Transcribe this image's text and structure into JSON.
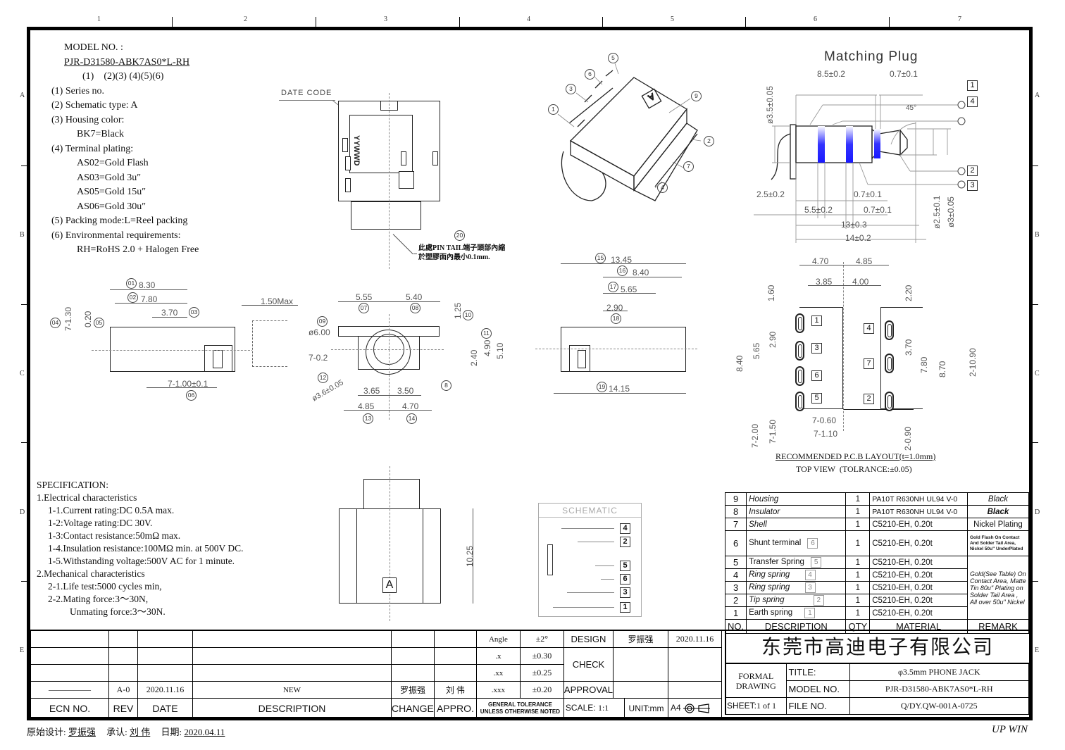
{
  "sheet": {
    "grid_columns": [
      "1",
      "2",
      "3",
      "4",
      "5",
      "6",
      "7"
    ],
    "grid_rows": [
      "A",
      "B",
      "C",
      "D",
      "E"
    ],
    "corner_text": "UP WIN"
  },
  "model": {
    "title": "MODEL NO. :",
    "number": "PJR-D31580-ABK7AS0*L-RH",
    "segment_labels": "(1)    (2)(3) (4)(5)(6)",
    "items": [
      {
        "label": "(1) Series no."
      },
      {
        "label": "(2) Schematic type: A"
      },
      {
        "label": "(3) Housing color:"
      },
      {
        "label": "BK7=Black",
        "sub": true
      },
      {
        "label": "(4) Terminal plating:"
      },
      {
        "label": "AS02=Gold Flash",
        "sub": true
      },
      {
        "label": "AS03=Gold 3u″",
        "sub": true
      },
      {
        "label": "AS05=Gold 15u″",
        "sub": true
      },
      {
        "label": "AS06=Gold 30u″",
        "sub": true
      },
      {
        "label": "(5) Packing mode:L=Reel packing"
      },
      {
        "label": "(6) Environmental requirements:"
      },
      {
        "label": "RH=RoHS 2.0 + Halogen Free",
        "sub": true
      }
    ]
  },
  "top_view": {
    "date_code_label": "DATE CODE",
    "date_code_marking": "YYWWD",
    "note_callout": "20",
    "note_line1": "此處PIN TAIL端子頭部內縮",
    "note_line2": "於塑膠面內最小0.1mm."
  },
  "iso_view": {
    "callouts": [
      "1",
      "2",
      "3",
      "4",
      "5",
      "6",
      "7",
      "9"
    ]
  },
  "matching_plug": {
    "title": "Matching Plug",
    "dims": {
      "d1": "8.5±0.2",
      "d2": "0.7±0.1",
      "d3": "ø3.5±0.05",
      "d4": "45°",
      "d5": "2.5±0.2",
      "d6": "0.7±0.1",
      "d7": "5.5±0.2",
      "d8": "0.7±0.1",
      "d9": "13±0.3",
      "d10": "14±0.2",
      "d11": "ø2.5±0.1",
      "d12": "ø3±0.05"
    },
    "contacts": [
      "1",
      "4",
      "2",
      "3"
    ],
    "band_color": "#1a1aff"
  },
  "side_view_left": {
    "dims": {
      "c01": "01",
      "v01": "8.30",
      "c02": "02",
      "v02": "7.80",
      "v03": "3.70",
      "c03": "03",
      "c04": "04",
      "v04": "7-1.30",
      "v05": "0.20",
      "c05": "05",
      "vmax": "1.50Max",
      "v06": "7-1.00±0.1",
      "c06": "06"
    }
  },
  "front_view": {
    "dims": {
      "v07": "5.55",
      "c07": "07",
      "v08": "5.40",
      "c08": "08",
      "c09": "09",
      "v09": "ø6.00",
      "v10": "1.25",
      "c10": "10",
      "c11": "11",
      "v11": "4.90",
      "v510": "5.10",
      "v240": "2.40",
      "v702": "7-0.2",
      "c12": "12",
      "v12": "ø3.6±0.05",
      "c8": "8",
      "v365": "3.65",
      "v350": "3.50",
      "v485": "4.85",
      "v470": "4.70",
      "c13": "13",
      "c14": "14"
    }
  },
  "side_view_right": {
    "dims": {
      "c15": "15",
      "v15": "13.45",
      "c16": "16",
      "v16": "8.40",
      "c17": "17",
      "v17": "5.65",
      "v290": "2.90",
      "c18": "18",
      "c19": "19",
      "v19": "14.15"
    }
  },
  "bottom_view": {
    "marking": "A",
    "height_dim": "10.25"
  },
  "schematic": {
    "title": "SCHEMATIC",
    "pins": [
      "4",
      "2",
      "5",
      "6",
      "3",
      "1"
    ]
  },
  "pcb_layout": {
    "dims": {
      "w470": "4.70",
      "w485": "4.85",
      "w385": "3.85",
      "w400": "4.00",
      "h160": "1.60",
      "h220": "2.20",
      "h290": "2.90",
      "h565": "5.65",
      "h840": "8.40",
      "h370": "3.70",
      "h780": "7.80",
      "h870": "8.70",
      "h1090": "2-10.90",
      "h200": "7-2.00",
      "h150": "7-1.50",
      "w060": "7-0.60",
      "w110": "7-1.10",
      "h090": "2-0.90"
    },
    "left_pins": [
      "1",
      "3",
      "6",
      "5"
    ],
    "right_pins": [
      "4",
      "7",
      "2"
    ],
    "caption1": "RECOMMENDED P.C.B LAYOUT(t=1.0mm)",
    "caption2": "TOP VIEW  (TOLRANCE:±0.05)"
  },
  "specification": {
    "title": "SPECIFICATION:",
    "lines": [
      {
        "text": "1.Electrical characteristics",
        "level": 0
      },
      {
        "text": "1-1.Current rating:DC 0.5A max.",
        "level": 1
      },
      {
        "text": "1-2:Voltage rating:DC 30V.",
        "level": 1
      },
      {
        "text": "1-3:Contact resistance:50mΩ  max.",
        "level": 1
      },
      {
        "text": "1-4.Insulation resistance:100MΩ  min. at 500V DC.",
        "level": 1
      },
      {
        "text": "1-5.Withstanding voltage:500V AC for 1 minute.",
        "level": 1
      },
      {
        "text": "2.Mechanical characteristics",
        "level": 0
      },
      {
        "text": "2-1.Life test:5000 cycles min,",
        "level": 1
      },
      {
        "text": "2-2.Mating force:3～30N,",
        "level": 1
      },
      {
        "text": "Unmating force:3～30N.",
        "level": 2
      }
    ]
  },
  "bom": {
    "rows": [
      {
        "no": "9",
        "desc": "Housing",
        "box": "",
        "qty": "1",
        "material": "PA10T R630NH UL94 V-0",
        "remark": "Black"
      },
      {
        "no": "8",
        "desc": "Insulator",
        "box": "",
        "qty": "1",
        "material": "PA10T R630NH UL94 V-0",
        "remark": "Black"
      },
      {
        "no": "7",
        "desc": "Shell",
        "box": "",
        "qty": "1",
        "material": "C5210-EH, 0.20t",
        "remark": "Nickel Plating"
      },
      {
        "no": "6",
        "desc": "Shunt terminal",
        "box": "6",
        "qty": "1",
        "material": "C5210-EH, 0.20t",
        "remark": "Gold Flash On Contact And Solder Tail Area, Nickel 50u\" UnderPlated"
      },
      {
        "no": "5",
        "desc": "Transfer Spring",
        "box": "5",
        "qty": "1",
        "material": "C5210-EH, 0.20t"
      },
      {
        "no": "4",
        "desc": "Ring spring",
        "box": "4",
        "qty": "1",
        "material": "C5210-EH, 0.20t"
      },
      {
        "no": "3",
        "desc": "Ring spring",
        "box": "3",
        "qty": "1",
        "material": "C5210-EH, 0.20t"
      },
      {
        "no": "2",
        "desc": "Tip spring",
        "box": "2",
        "qty": "1",
        "material": "C5210-EH, 0.20t"
      },
      {
        "no": "1",
        "desc": "Earth spring",
        "box": "1",
        "qty": "1",
        "material": "C5210-EH, 0.20t"
      }
    ],
    "shared_remark": "Gold(See Table) On Contact Area, Matte Tin 80u\" Plating on Solder Tail Area , All over 50u\" Nickel",
    "headers": {
      "no": "NO.",
      "desc": "DESCRIPTION",
      "qty": "QTY",
      "material": "MATERIAL",
      "remark": "REMARK"
    }
  },
  "revision": {
    "headers": {
      "ecn": "ECN NO.",
      "rev": "REV",
      "date": "DATE",
      "desc": "DESCRIPTION",
      "change": "CHANGE",
      "appro": "APPRO."
    },
    "entry": {
      "ecn": "—————",
      "rev": "A-0",
      "date": "2020.11.16",
      "desc": "NEW",
      "change": "罗振强",
      "appro": "刘 伟"
    }
  },
  "tolerance": {
    "rows": [
      {
        "label": "Angle",
        "value": "±2°"
      },
      {
        "label": ".x",
        "value": "±0.30"
      },
      {
        "label": ".xx",
        "value": "±0.25"
      },
      {
        "label": ".xxx",
        "value": "±0.20"
      }
    ],
    "footer1": "GENERAL TOLERANCE",
    "footer2": "UNLESS OTHERWISE NOTED"
  },
  "signoff": {
    "design_label": "DESIGN",
    "design_name": "罗振强",
    "design_date": "2020.11.16",
    "check_label": "CHECK",
    "approval_label": "APPROVAL",
    "scale_label": "SCALE:",
    "scale_value": "1:1",
    "unit": "UNIT:mm",
    "paper": "A4"
  },
  "title_block": {
    "company": "东莞市高迪电子有限公司",
    "formal": "FORMAL",
    "drawing": "DRAWING",
    "sheet_label": "SHEET:",
    "sheet_value": "1 of 1",
    "title_label": "TITLE:",
    "title_value": "φ3.5mm PHONE JACK",
    "model_label": "MODEL NO.",
    "model_value": "PJR-D31580-ABK7AS0*L-RH",
    "file_label": "FILE NO.",
    "file_value": "Q/DY.QW-001A-0725"
  },
  "footer": {
    "designer_label": "原始设计:",
    "designer": "罗振强",
    "approve_label": "承认:",
    "approver": "刘 伟",
    "date_label": "日期:",
    "date": "2020.04.11"
  }
}
